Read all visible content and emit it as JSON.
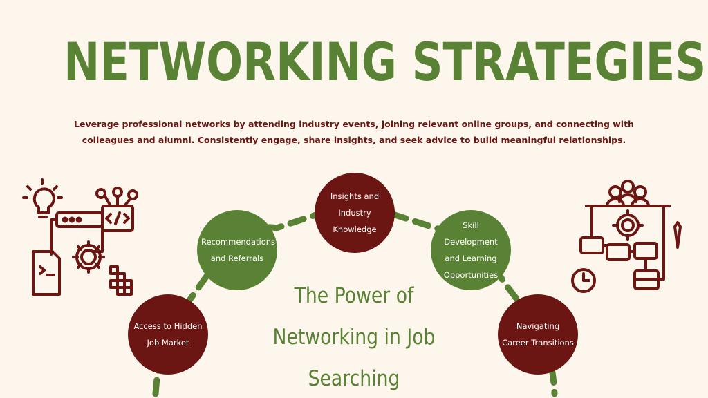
{
  "title": "NETWORKING STRATEGIES",
  "subtitle": "Leverage professional networks by attending industry events, joining relevant online groups, and connecting with colleagues and alumni. Consistently engage, share insights, and seek advice to build meaningful relationships.",
  "center": {
    "line1": "The Power of",
    "line2": "Networking in Job Searching"
  },
  "colors": {
    "background": "#fdf6ec",
    "green": "#5a8235",
    "maroon": "#6b1612"
  },
  "nodes": [
    {
      "id": "hidden-job-market",
      "label": "Access to Hidden Job Market",
      "color": "maroon"
    },
    {
      "id": "recommendations",
      "label": "Recommendations and Referrals",
      "color": "green"
    },
    {
      "id": "insights",
      "label": "Insights and Industry Knowledge",
      "color": "maroon"
    },
    {
      "id": "skill-development",
      "label": "Skill Development and Learning Opportunities",
      "color": "green"
    },
    {
      "id": "career-transitions",
      "label": "Navigating Career Transitions",
      "color": "maroon"
    }
  ],
  "icons": {
    "left": "idea-code-gear-icon",
    "right": "team-meeting-flowchart-icon"
  }
}
